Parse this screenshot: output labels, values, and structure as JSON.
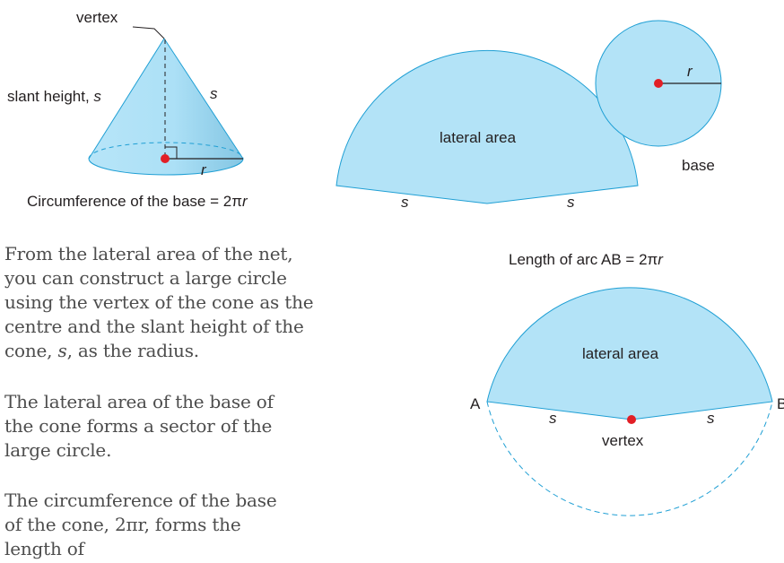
{
  "cone": {
    "vertex_label": "vertex",
    "slant_label_prefix": "slant height, ",
    "slant_var": "s",
    "side_var": "s",
    "radius_var": "r",
    "circumference_prefix": "Circumference of the base = 2π",
    "circumference_var": "r"
  },
  "net": {
    "lateral_label": "lateral area",
    "left_side_var": "s",
    "right_side_var": "s",
    "base_label": "base",
    "radius_var": "r"
  },
  "large_circle": {
    "arc_label_prefix": "Length of arc AB = 2π",
    "arc_label_var": "r",
    "lateral_label": "lateral area",
    "point_a": "A",
    "point_b": "B",
    "left_side_var": "s",
    "right_side_var": "s",
    "vertex_label": "vertex"
  },
  "text": {
    "p1_a": "From the lateral area of the net, you can construct a large circle using the vertex of the cone as the centre and the slant height of the cone, ",
    "p1_var": "s",
    "p1_b": ", as the radius.",
    "p2": "The lateral area of the base of the cone forms a sector of the large circle.",
    "p3": "The circumference of the base of the cone, 2πr, forms the length of"
  },
  "colors": {
    "fill": "#b3e3f7",
    "fill_dark": "#8fcbe6",
    "stroke": "#1f9fd4",
    "point": "#e21f26",
    "line": "#231f20"
  }
}
